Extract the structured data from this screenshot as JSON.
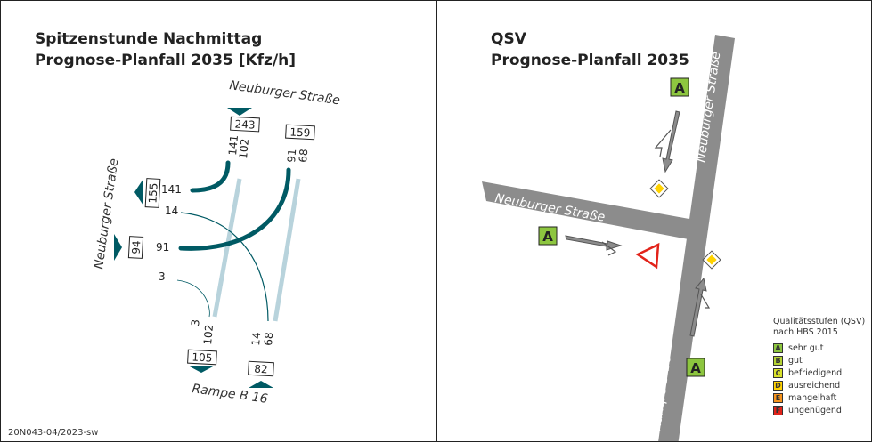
{
  "left_panel": {
    "title_line1": "Spitzenstunde Nachmittag",
    "title_line2": "Prognose-Planfall 2035 [Kfz/h]",
    "street_top": "Neuburger Straße",
    "street_left": "Neuburger Straße",
    "street_bottom": "Rampe B 16",
    "box_top_in": "243",
    "box_top_out": "159",
    "box_left_out": "155",
    "box_left_in": "94",
    "box_bottom_out": "105",
    "box_bottom_in": "82",
    "v_141a": "141",
    "v_102a": "102",
    "v_91a": "91",
    "v_68a": "68",
    "v_141b": "141",
    "v_14a": "14",
    "v_91b": "91",
    "v_3a": "3",
    "v_3b": "3",
    "v_102b": "102",
    "v_14b": "14",
    "v_68b": "68",
    "footer": "20N043-04/2023-sw"
  },
  "right_panel": {
    "title_line1": "QSV",
    "title_line2": "Prognose-Planfall 2035",
    "street_top": "Neuburger Straße",
    "street_left": "Neuburger Straße",
    "street_bottom": "Rampe B 16",
    "grade_top": "A",
    "grade_left": "A",
    "grade_bottom": "A",
    "legend_title_line1": "Qualitätsstufen (QSV)",
    "legend_title_line2": "nach HBS 2015",
    "legend": [
      {
        "grade": "A",
        "label": "sehr gut",
        "color": "#8dc63f"
      },
      {
        "grade": "B",
        "label": "gut",
        "color": "#b5d334"
      },
      {
        "grade": "C",
        "label": "befriedigend",
        "color": "#d8e12a"
      },
      {
        "grade": "D",
        "label": "ausreichend",
        "color": "#ffd200"
      },
      {
        "grade": "E",
        "label": "mangelhaft",
        "color": "#f7941d"
      },
      {
        "grade": "F",
        "label": "ungenügend",
        "color": "#e2231a"
      }
    ]
  },
  "colors": {
    "flow_dark": "#005a64",
    "flow_light": "#b8d3dc",
    "road_gray": "#8c8c8c",
    "grade_green": "#8dc63f",
    "yield_red": "#e2231a",
    "priority_yellow": "#ffd200"
  }
}
